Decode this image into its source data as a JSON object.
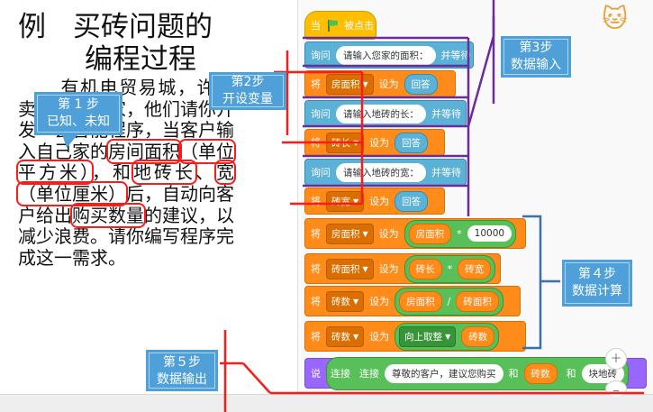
{
  "title": {
    "line1_char": "例",
    "line1_text": "买砖问题的",
    "line2": "编程过程"
  },
  "paragraph": {
    "p1": "有机电贸易城，",
    "p2": "许多卖瓷砖的商家，他们请你开发一套智能程序，当客户输入自己家的",
    "h1": "房间面积",
    "h2": "（单位平方米）",
    "p3": "，和",
    "h3": "地砖长",
    "p4": "、",
    "h4": "宽",
    "h5": "（单位厘米）",
    "p5": "后，自动向客户给出",
    "h6": "购买数量",
    "p6": "的建议，以减少浪费。请你编写程序完成这一需求。"
  },
  "annotations": {
    "step1": {
      "l1": "第 1 步",
      "l2": "已知、未知"
    },
    "step2": {
      "l1": "第2步",
      "l2": "开设变量"
    },
    "step3": {
      "l1": "第3步",
      "l2": "数据输入"
    },
    "step4": {
      "l1": "第４步",
      "l2": "数据计算"
    },
    "step5": {
      "l1": "第５步",
      "l2": "数据输出"
    }
  },
  "scratch": {
    "hat": "当",
    "hat_end": "被点击",
    "ask_label": "询问",
    "ask_wait": "并等待",
    "set_label": "将",
    "set_to": "设为",
    "answer": "回答",
    "say_label": "说",
    "join": "连接",
    "and": "和",
    "ask1_text": "请输入您家的面积：",
    "ask2_text": "请输入地砖的长：",
    "ask3_text": "请输入地砖的宽：",
    "var_room": "房面积",
    "var_len": "砖长",
    "var_wid": "砖宽",
    "var_tile": "砖面积",
    "var_count": "砖数",
    "num_10000": "10000",
    "op_mul": "*",
    "op_div": "/",
    "round_up": "向上取整",
    "say_text": "尊敬的客户，建议您购买",
    "say_end": "块地砖"
  },
  "colors": {
    "events": "#ffbf00",
    "sensing": "#5cb1d6",
    "variables": "#ff8c1a",
    "operators": "#59c059",
    "looks": "#9966ff",
    "callout": "#4f9fd9",
    "highlight_red": "#ff1a1a",
    "bracket_purple": "#6a2b9c"
  },
  "icons": {
    "green_flag": "green-flag-icon",
    "sprite": "scratch-cat-icon",
    "zoom_in": "zoom-in-icon",
    "zoom_out": "zoom-out-icon"
  }
}
